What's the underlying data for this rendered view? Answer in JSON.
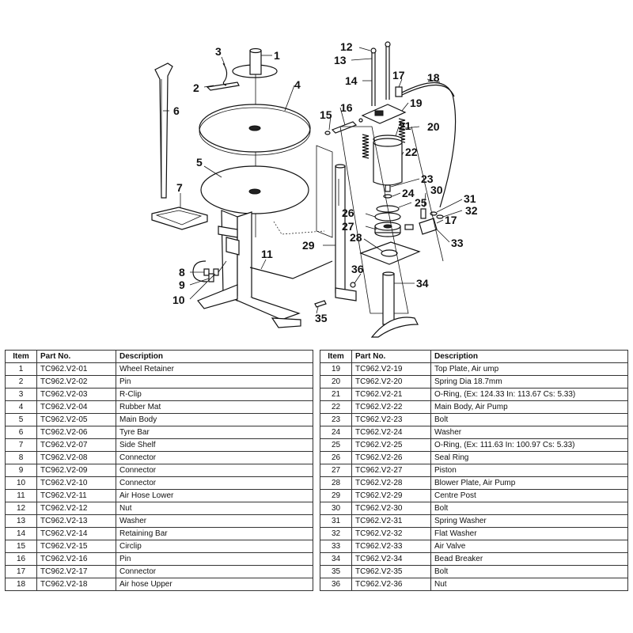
{
  "callouts": [
    "1",
    "2",
    "3",
    "4",
    "5",
    "6",
    "7",
    "8",
    "9",
    "10",
    "11",
    "12",
    "13",
    "14",
    "15",
    "16",
    "17",
    "18",
    "19",
    "20",
    "21",
    "22",
    "23",
    "24",
    "25",
    "26",
    "27",
    "28",
    "29",
    "30",
    "31",
    "32",
    "17",
    "33",
    "34",
    "35",
    "36"
  ],
  "table": {
    "headers": [
      "Item",
      "Part No.",
      "Description"
    ],
    "left_rows": [
      {
        "item": "1",
        "part": "TC962.V2-01",
        "desc": "Wheel Retainer"
      },
      {
        "item": "2",
        "part": "TC962.V2-02",
        "desc": "Pin"
      },
      {
        "item": "3",
        "part": "TC962.V2-03",
        "desc": "R-Clip"
      },
      {
        "item": "4",
        "part": "TC962.V2-04",
        "desc": "Rubber Mat"
      },
      {
        "item": "5",
        "part": "TC962.V2-05",
        "desc": "Main Body"
      },
      {
        "item": "6",
        "part": "TC962.V2-06",
        "desc": "Tyre Bar"
      },
      {
        "item": "7",
        "part": "TC962.V2-07",
        "desc": "Side Shelf"
      },
      {
        "item": "8",
        "part": "TC962.V2-08",
        "desc": "Connector"
      },
      {
        "item": "9",
        "part": "TC962.V2-09",
        "desc": "Connector"
      },
      {
        "item": "10",
        "part": "TC962.V2-10",
        "desc": "Connector"
      },
      {
        "item": "11",
        "part": "TC962.V2-11",
        "desc": "Air Hose Lower"
      },
      {
        "item": "12",
        "part": "TC962.V2-12",
        "desc": "Nut"
      },
      {
        "item": "13",
        "part": "TC962.V2-13",
        "desc": "Washer"
      },
      {
        "item": "14",
        "part": "TC962.V2-14",
        "desc": "Retaining Bar"
      },
      {
        "item": "15",
        "part": "TC962.V2-15",
        "desc": "Circlip"
      },
      {
        "item": "16",
        "part": "TC962.V2-16",
        "desc": "Pin"
      },
      {
        "item": "17",
        "part": "TC962.V2-17",
        "desc": "Connector"
      },
      {
        "item": "18",
        "part": "TC962.V2-18",
        "desc": "Air hose Upper"
      }
    ],
    "right_rows": [
      {
        "item": "19",
        "part": "TC962.V2-19",
        "desc": "Top Plate, Air ump"
      },
      {
        "item": "20",
        "part": "TC962.V2-20",
        "desc": "Spring Dia 18.7mm"
      },
      {
        "item": "21",
        "part": "TC962.V2-21",
        "desc": "O-Ring, (Ex: 124.33 In: 113.67 Cs: 5.33)"
      },
      {
        "item": "22",
        "part": "TC962.V2-22",
        "desc": "Main Body, Air Pump"
      },
      {
        "item": "23",
        "part": "TC962.V2-23",
        "desc": "Bolt"
      },
      {
        "item": "24",
        "part": "TC962.V2-24",
        "desc": "Washer"
      },
      {
        "item": "25",
        "part": "TC962.V2-25",
        "desc": "O-Ring, (Ex: 111.63 In: 100.97 Cs: 5.33)"
      },
      {
        "item": "26",
        "part": "TC962.V2-26",
        "desc": "Seal Ring"
      },
      {
        "item": "27",
        "part": "TC962.V2-27",
        "desc": "Piston"
      },
      {
        "item": "28",
        "part": "TC962.V2-28",
        "desc": "Blower Plate, Air Pump"
      },
      {
        "item": "29",
        "part": "TC962.V2-29",
        "desc": "Centre Post"
      },
      {
        "item": "30",
        "part": "TC962.V2-30",
        "desc": "Bolt"
      },
      {
        "item": "31",
        "part": "TC962.V2-31",
        "desc": "Spring Washer"
      },
      {
        "item": "32",
        "part": "TC962.V2-32",
        "desc": "Flat Washer"
      },
      {
        "item": "33",
        "part": "TC962.V2-33",
        "desc": "Air Valve"
      },
      {
        "item": "34",
        "part": "TC962.V2-34",
        "desc": "Bead Breaker"
      },
      {
        "item": "35",
        "part": "TC962.V2-35",
        "desc": "Bolt"
      },
      {
        "item": "36",
        "part": "TC962.V2-36",
        "desc": "Nut"
      }
    ]
  }
}
